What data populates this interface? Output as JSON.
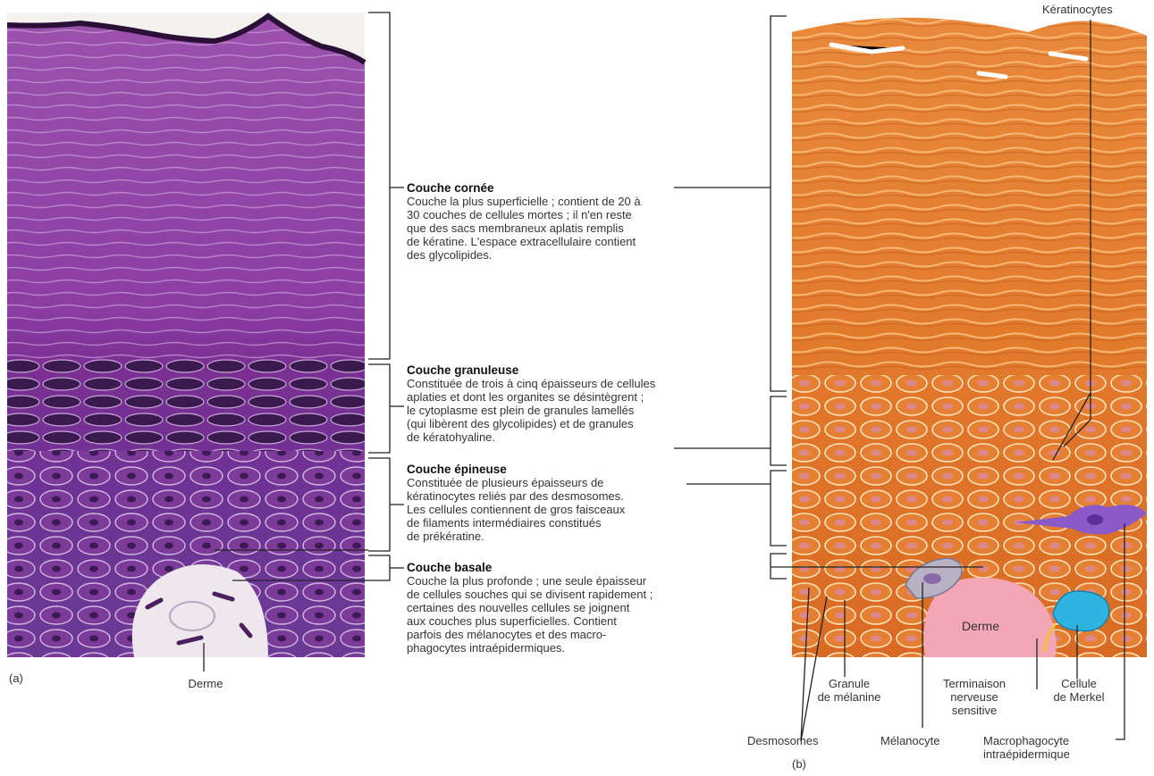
{
  "panels": {
    "a_label": "(a)",
    "b_label": "(b)",
    "a_derme": "Derme",
    "b_derme": "Derme"
  },
  "layers": [
    {
      "title": "Couche cornée",
      "lines": [
        "Couche la plus superficielle ; contient de 20 à",
        "30 couches de cellules mortes ; il n'en reste",
        "que des sacs membraneux aplatis remplis",
        "de kératine. L'espace extracellulaire contient",
        "des glycolipides."
      ]
    },
    {
      "title": "Couche granuleuse",
      "lines": [
        "Constituée de trois à cinq épaisseurs de cellules",
        "aplaties et dont les organites se désintègrent ;",
        "le cytoplasme est plein de granules lamellés",
        "(qui libèrent des glycolipides) et de granules",
        "de kératohyaline."
      ]
    },
    {
      "title": "Couche épineuse",
      "lines": [
        "Constituée de plusieurs épaisseurs de",
        "kératinocytes reliés par des desmosomes.",
        "Les cellules contiennent de gros faisceaux",
        "de filaments intermédiaires constitués",
        "de prékératine."
      ]
    },
    {
      "title": "Couche basale",
      "lines": [
        "Couche la plus profonde ; une seule épaisseur",
        "de cellules souches qui se divisent rapidement ;",
        "certaines des nouvelles cellules se joignent",
        "aux couches plus superficielles. Contient",
        "parfois des mélanocytes et des macro-",
        "phagocytes intraépidermiques."
      ]
    }
  ],
  "labels": {
    "keratinocytes": "Kératinocytes",
    "granule_melanine": [
      "Granule",
      "de mélanine"
    ],
    "terminaison": [
      "Terminaison",
      "nerveuse",
      "sensitive"
    ],
    "merkel": [
      "Cellule",
      "de Merkel"
    ],
    "desmosomes": "Desmosomes",
    "melanocyte": "Mélanocyte",
    "macrophagocyte": [
      "Macrophagocyte",
      "intraépidermique"
    ]
  },
  "colors": {
    "histology_purple": "#7a2f92",
    "basal_purple": "#5a2575",
    "illustration_orange": "#e07a2e",
    "derme_pink": "#f2a6b6",
    "merkel_cyan": "#2fb4e2",
    "macrophage_violet": "#8a5ac8"
  }
}
